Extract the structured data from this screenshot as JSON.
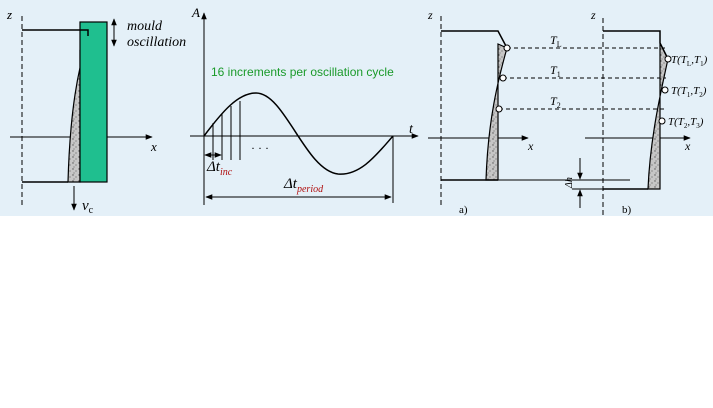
{
  "colors": {
    "background": "#e4f0f8",
    "mould": "#1fbf8f",
    "shell": "#c8c8c8",
    "note": "#1a9a2a",
    "subscript": "#b01010"
  },
  "left": {
    "z_label": "z",
    "x_label": "x",
    "mould_label_1": "mould",
    "mould_label_2": "oscillation",
    "vc_label": "v",
    "vc_sub": "c"
  },
  "middle": {
    "a_label": "A",
    "t_label": "t",
    "note": "16 increments per oscillation cycle",
    "dots": "· · ·",
    "dt_symbol": "Δt",
    "dt_inc_sub": "inc",
    "dt_period_sub": "period"
  },
  "panel_a": {
    "z_label": "z",
    "x_label": "x",
    "tag": "a)",
    "t_sym": "T",
    "tL_sub": "L",
    "t1_sub": "1",
    "t2_sub": "2",
    "dh_label": "Δh"
  },
  "panel_b": {
    "z_label": "z",
    "x_label": "x",
    "tag": "b)",
    "ann1_pre": "T(T",
    "ann1_sub1": "L",
    "ann1_mid": ",T",
    "ann1_sub2": "1",
    "ann1_post": ")",
    "ann2_pre": "T(T",
    "ann2_sub1": "1",
    "ann2_mid": ",T",
    "ann2_sub2": "2",
    "ann2_post": ")",
    "ann3_pre": "T(T",
    "ann3_sub1": "2",
    "ann3_mid": ",T",
    "ann3_sub2": "3",
    "ann3_post": ")"
  }
}
